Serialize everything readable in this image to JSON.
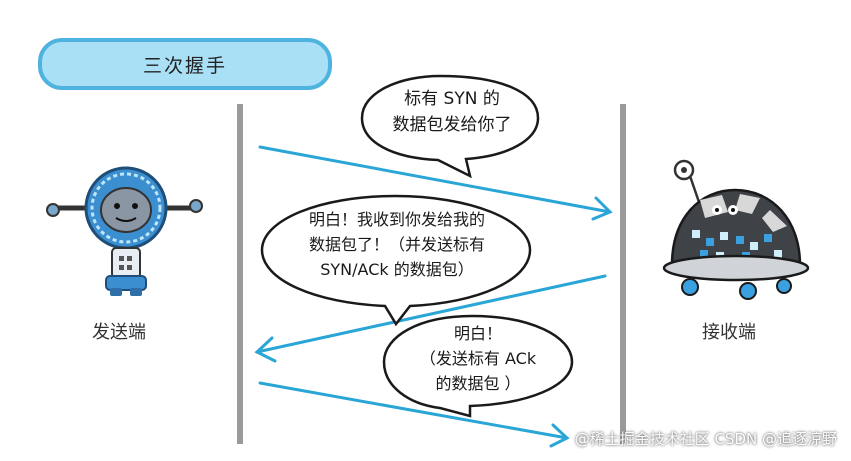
{
  "title": "三次握手",
  "sender_label": "发送端",
  "receiver_label": "接收端",
  "messages": [
    {
      "line1": "标有 SYN 的",
      "line2": "数据包发给你了"
    },
    {
      "line1": "明白！我收到你发给我的",
      "line2": "数据包了！（并发送标有",
      "line3": "SYN/ACk 的数据包）"
    },
    {
      "line1": "明白！",
      "line2": "（发送标有 ACk",
      "line3": "的数据包 ）"
    }
  ],
  "watermark": "@稀土掘金技术社区 CSDN @追逐涼野",
  "colors": {
    "arrow": "#2aa6d6",
    "title_fill": "#a9e0f5",
    "title_border": "#4fb3e0",
    "divider": "#9a9a9a"
  },
  "icons": {
    "sender": "robot-icon",
    "receiver": "rover-robot-icon"
  }
}
